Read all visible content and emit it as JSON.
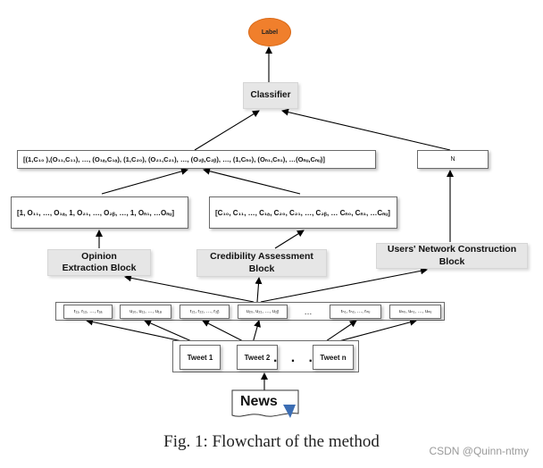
{
  "nodes": {
    "label": "Label",
    "classifier": "Classifier",
    "combined_sequence": "[(1,C₁₀ ),(O₁₁,C₁₁), …, (O₁ₐ,C₁ₐ), (1,C₂₀), (O₂₁,C₂₁), …, (O₂ᵦ,C₂ᵦ), …, (1,Cₙ₀), (Oₙ₁,Cₙ₁), …(Oₙᵤ,Cₙᵤ)]",
    "network_n": "N",
    "opinion_sequence": "[1, O₁₁, …, O₁ₐ, 1, O₂₁, …, O₂ᵦ, …, 1, Oₙ₁, …Oₙᵤ]",
    "credibility_sequence": "[C₁₀, C₁₁, …, C₁ₐ, C₂₀, C₂₁, …, C₂ᵦ, … Cₙ₀, Cₙ₁, …Cₙᵤ]",
    "opinion_block": "Opinion Extraction Block",
    "credibility_block": "Credibility Assessment Block",
    "network_block": "Users' Network Construction Block",
    "feature_1": "r₁₁, r₁₂, …, r₁ₐ",
    "feature_2": "u₁₀, u₁₁, …, u₁ₐ",
    "feature_3": "r₂₁, r₂₂, …, r₂ᵦ",
    "feature_4": "u₂₀, u₂₁, …, u₂ᵦ",
    "feature_ellipsis": "…",
    "feature_5": "rₙ₁, rₙ₂, …, rₙᵤ",
    "feature_6": "uₙ₀, uₙ₁, …, uₙᵤ",
    "tweet_1": "Tweet 1",
    "tweet_2": "Tweet 2",
    "tweet_ellipsis": "· · ·",
    "tweet_n": "Tweet n",
    "news": "News"
  },
  "caption": "Fig. 1: Flowchart of the method",
  "watermark": "CSDN @Quinn-ntmy",
  "colors": {
    "label_node": "#f07f2c",
    "block_fill": "#e6e6e6",
    "arrow": "#000000"
  }
}
